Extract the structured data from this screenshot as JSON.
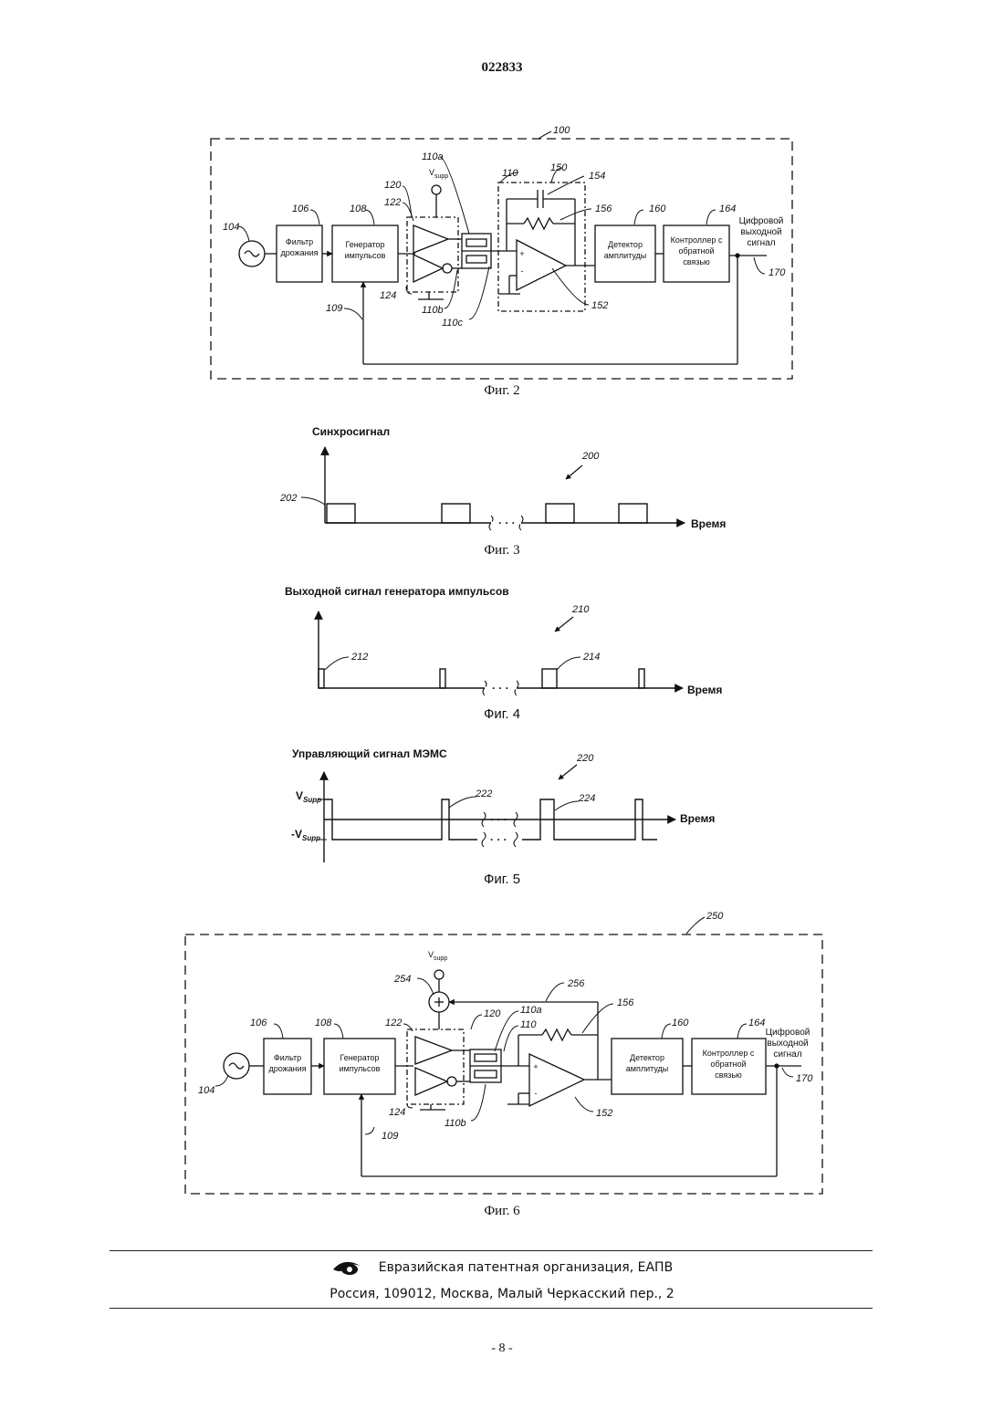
{
  "doc_number": "022833",
  "fig2": {
    "caption": "Фиг. 2",
    "blocks": {
      "filter": [
        "Фильтр",
        "дрожания"
      ],
      "generator": [
        "Генератор",
        "импульсов"
      ],
      "detector": [
        "Детектор",
        "амплитуды"
      ],
      "controller": [
        "Контроллер с",
        "обратной",
        "связью"
      ]
    },
    "output_label": [
      "Цифровой",
      "выходной",
      "сигнал"
    ],
    "vsupp": "V",
    "vsupp_sub": "supp",
    "refs": {
      "r100": "100",
      "r104": "104",
      "r106": "106",
      "r108": "108",
      "r109": "109",
      "r110": "110",
      "r110a": "110a",
      "r110b": "110b",
      "r110c": "110c",
      "r120": "120",
      "r122": "122",
      "r124": "124",
      "r150": "150",
      "r152": "152",
      "r154": "154",
      "r156": "156",
      "r160": "160",
      "r164": "164",
      "r170": "170"
    }
  },
  "fig3": {
    "caption": "Фиг. 3",
    "ylabel": "Синхросигнал",
    "xlabel": "Время",
    "ref_fig": "200",
    "ref_pulse": "202"
  },
  "fig4": {
    "caption": "Фиг. 4",
    "ylabel": "Выходной сигнал генератора импульсов",
    "xlabel": "Время",
    "ref_fig": "210",
    "ref_a": "212",
    "ref_b": "214"
  },
  "fig5": {
    "caption": "Фиг. 5",
    "ylabel": "Управляющий сигнал МЭМС",
    "xlabel": "Время",
    "ref_fig": "220",
    "ref_a": "222",
    "ref_b": "224",
    "vpos": "V",
    "vneg": "-V",
    "vsub": "Supp"
  },
  "fig6": {
    "caption": "Фиг. 6",
    "blocks": {
      "filter": [
        "Фильтр",
        "дрожания"
      ],
      "generator": [
        "Генератор",
        "импульсов"
      ],
      "detector": [
        "Детектор",
        "амплитуды"
      ],
      "controller": [
        "Контроллер с",
        "обратной",
        "связью"
      ]
    },
    "output_label": [
      "Цифровой",
      "выходной",
      "сигнал"
    ],
    "vsupp": "V",
    "vsupp_sub": "supp",
    "refs": {
      "r104": "104",
      "r106": "106",
      "r108": "108",
      "r109": "109",
      "r110": "110",
      "r110a": "110a",
      "r110b": "110b",
      "r120": "120",
      "r122": "122",
      "r124": "124",
      "r152": "152",
      "r156": "156",
      "r160": "160",
      "r164": "164",
      "r170": "170",
      "r250": "250",
      "r254": "254",
      "r256": "256"
    }
  },
  "footer": {
    "org": "Евразийская патентная организация, ЕАПВ",
    "address": "Россия, 109012, Москва, Малый Черкасский пер., 2"
  },
  "page_number": "- 8 -"
}
